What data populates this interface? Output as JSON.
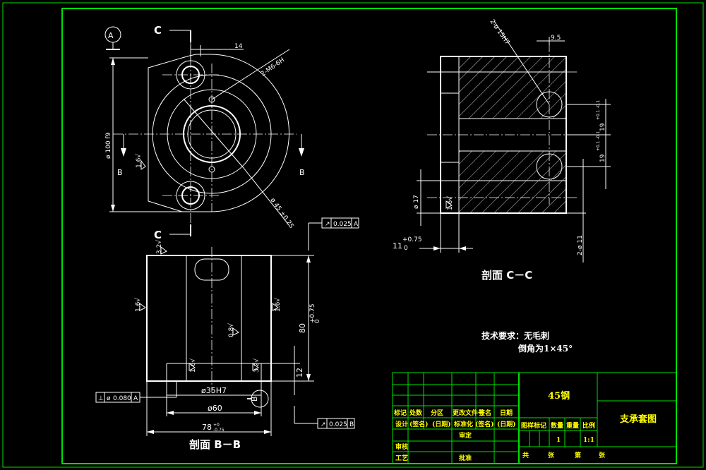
{
  "top_view": {
    "label_A": "A",
    "section_C_top": "C",
    "section_C_bottom": "C",
    "section_B_left": "B",
    "section_B_right": "B",
    "dim_14": "14",
    "thread_note": "2-M6-6H",
    "dim_dia100": "ø 100 f9",
    "dim_dia45": "ø 45 ±0.25",
    "rough_1": "1.6√"
  },
  "section_bb": {
    "title": "剖面 B－B",
    "gtol_top_sym": "↗",
    "gtol_top_val": "0.025",
    "gtol_top_ref": "A",
    "gtol_left_sym1": "⊥",
    "gtol_left_sym2": "ø",
    "gtol_left_val": "0.080",
    "gtol_left_ref": "A",
    "gtol_bot_sym": "↗",
    "gtol_bot_val": "0.025",
    "gtol_bot_ref": "B",
    "dim_35": "ø35H7",
    "dim_60": "ø60",
    "dim_78": "78",
    "dim_78_tol_up": "+0",
    "dim_78_tol_dn": "-0.75",
    "dim_80": "80",
    "dim_80_tol_up": "+0.75",
    "dim_80_tol_dn": "0",
    "dim_12": "12",
    "datum_B": "B",
    "rough_a": "3.2√",
    "rough_b": "1.6√",
    "rough_c": "0.8√",
    "rough_d": "1.6√",
    "rough_e": "1.6√",
    "rough_f": "3.2√"
  },
  "section_cc": {
    "title": "剖面 C－C",
    "dim_hole": "2-ø 15H7",
    "dim_95": "9.5",
    "dim_19a": "19",
    "dim_19a_tol": "+0.1 -0.1",
    "dim_19b": "19",
    "dim_19b_tol": "+0.1 -0.1",
    "dim_17": "ø 17",
    "dim_11": "2-ø 11",
    "dim_11b": "11",
    "dim_11b_tol_up": "+0.75",
    "dim_11b_tol_dn": "0",
    "rough": "1.6√"
  },
  "tech_req": {
    "line1": "技术要求：无毛刺",
    "line2": "倒角为1×45°"
  },
  "title_block": {
    "material": "45钢",
    "part_name": "支承套图",
    "h_mark": "标记",
    "h_count": "处数",
    "h_zone": "分区",
    "h_doc": "更改文件号",
    "h_sign": "签名",
    "h_date": "日期",
    "r_design": "设计",
    "r_sign1": "(签名)",
    "r_date1": "(日期)",
    "r_std": "标准化",
    "r_sign2": "(签名)",
    "r_date2": "(日期)",
    "r_review": "审核",
    "r_approve_label": "审定",
    "r_process": "工艺",
    "r_approve": "批准",
    "stage": "图样标记",
    "weight": "数量",
    "qty": "重量",
    "scale": "比例",
    "qty_val": "1",
    "scale_val": "1:1",
    "total": "共",
    "sheets": "张",
    "sheet_no": "第",
    "page": "张"
  }
}
